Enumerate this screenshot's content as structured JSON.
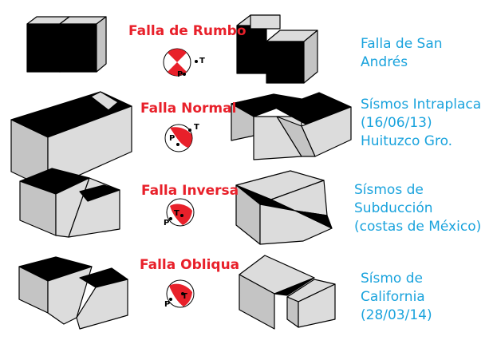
{
  "colors": {
    "red": "#e8202a",
    "blue": "#1aa3dd",
    "block_light": "#dcdcdc",
    "block_mid": "#c4c4c4",
    "block_dark": "#000000"
  },
  "rows": [
    {
      "fault": "Falla de Rumbo",
      "example": [
        "Falla de San",
        "Andrés"
      ],
      "axis_labels": {
        "t": "T",
        "p": "P"
      }
    },
    {
      "fault": "Falla Normal",
      "example": [
        "Sísmos Intraplaca",
        "(16/06/13)",
        "Huituzco Gro."
      ],
      "axis_labels": {
        "t": "T",
        "p": "P"
      }
    },
    {
      "fault": "Falla Inversa",
      "example": [
        "Sísmos de",
        "Subducción",
        "(costas de México)"
      ],
      "axis_labels": {
        "t": "T",
        "p": "P"
      }
    },
    {
      "fault": "Falla Obliqua",
      "example": [
        "Sísmo de",
        "California",
        "(28/03/14)"
      ],
      "axis_labels": {
        "t": "T",
        "p": "P"
      }
    }
  ]
}
